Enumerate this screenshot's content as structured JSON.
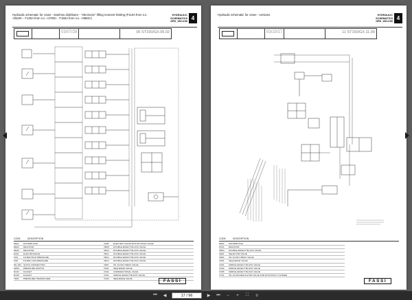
{
  "viewer": {
    "page_indicator": "17 / 96"
  },
  "pages": [
    {
      "title": "Hydraulic schematic for crane - Danfoss distributor - \"electronic\" lifting moment limiting (F110A from s.n. <8229> - F130A from s.n. <3780> - F150A from s.n. <3893>)",
      "tag_line1": "HYDRAULIC",
      "tag_line2": "SCHEMATICS",
      "tag_line3": "GR5_150×150",
      "number": "4",
      "date": "03/07/28",
      "code": "05  ST150/GX.05.02",
      "legend_header": [
        "CODE",
        "DESCRIPTION"
      ],
      "legend_left": [
        [
          "DE01",
          "DISTRIBUTOR"
        ],
        [
          "DE02",
          "DEVIATOR"
        ],
        [
          "DE03",
          "DEVIATOR"
        ],
        [
          "EV01",
          "ELECTROVALVE"
        ],
        [
          "FI01",
          "FILTER HIGH PRESSURE"
        ],
        [
          "FI02",
          "FILTER LOW PRESSURE"
        ],
        [
          "IR1-IR4",
          "QUICK CONNECTION"
        ],
        [
          "MP01",
          "PRESSURE SWITCH"
        ],
        [
          "RU01",
          "FAUCET"
        ],
        [
          "RU05",
          "FAUCET"
        ],
        [
          "TR01",
          "PRESSURE TRANSDUCER"
        ]
      ],
      "legend_right": [
        [
          "VA08",
          "ELECTRIC VALVE WITH BY-PASS VALVE"
        ],
        [
          "VB08",
          "DOUBLE EFFECT BLOCK VALVE"
        ],
        [
          "VB10",
          "DOUBLE EFFECT BLOCK VALVE"
        ],
        [
          "VB11",
          "DOUBLE EFFECT BLOCK VALVE"
        ],
        [
          "VB12",
          "DOUBLE EFFECT BLOCK VALVE"
        ],
        [
          "VB13",
          "DOUBLE EFFECT BLOCK VALVE"
        ],
        [
          "VR01",
          "OIL FLOW CHECK VALVE"
        ],
        [
          "VS01",
          "SEQUENCE VALVE"
        ],
        [
          "VU01",
          "UNIDIRECTIONAL VALVE"
        ],
        [
          "VX01",
          "SIMPLE EFFECT BLOCK VALVE"
        ],
        [
          "VX02",
          "SEQUENCE VALVE"
        ]
      ],
      "brand": "FASSI"
    },
    {
      "title": "Hydraulic schematic for crane - versions",
      "tag_line1": "HYDRAULIC",
      "tag_line2": "SCHEMATICS",
      "tag_line3": "GR5_150×150",
      "number": "4",
      "date": "03/10/17",
      "code": "11  ST150/GX.11.00",
      "legend_header": [
        "CODE",
        "DESCRIPTION"
      ],
      "legend_left": [
        [
          "DE01",
          "DISTRIBUTOR"
        ],
        [
          "DV01",
          "DEVIATOR"
        ],
        [
          "VB04",
          "DOUBLE EFFECT BLOCK VALVE"
        ],
        [
          "VE01",
          "SELECTOR VALVE"
        ],
        [
          "VR01",
          "OIL FLOW CHECK VALVE"
        ],
        [
          "VS01",
          "SEQUENCE VALVE"
        ],
        [
          "VX01",
          "SIMPLE EFFECT BLOCK VALVE"
        ],
        [
          "VX02",
          "SIMPLE EFFECT BLOCK VALVE"
        ],
        [
          "VX05",
          "SIMPLE EFFECT BLOCK VALVE"
        ],
        [
          "VY01",
          "OIL FLOW REGULATOR VALVE FOR ROTATION CYLINDER"
        ]
      ],
      "legend_right": [],
      "brand": "FASSI"
    }
  ]
}
